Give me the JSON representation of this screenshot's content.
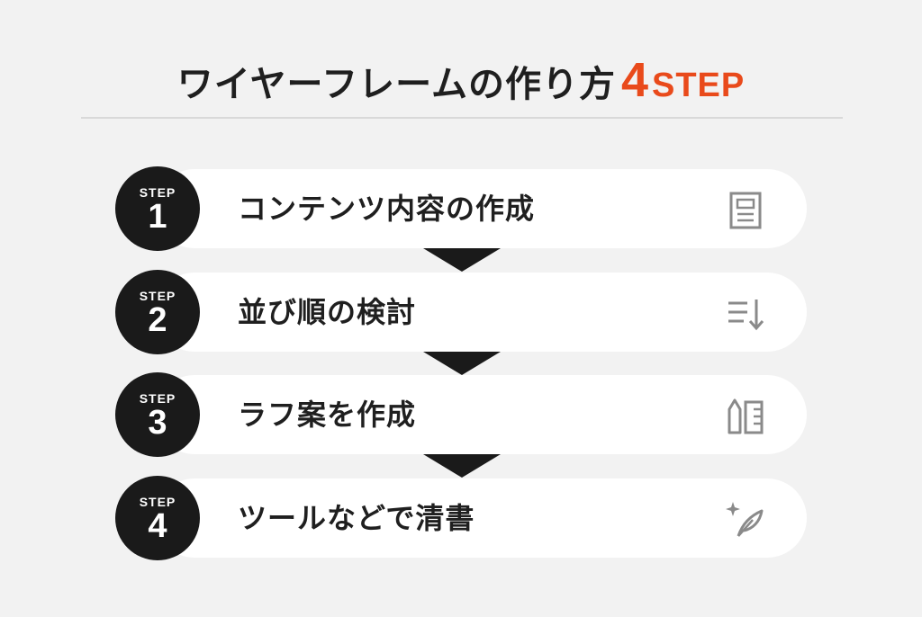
{
  "title": {
    "main": "ワイヤーフレームの作り方",
    "number": "4",
    "step_word": "STEP"
  },
  "step_word": "STEP",
  "steps": [
    {
      "number": "1",
      "label": "コンテンツ内容の作成",
      "icon": "document-icon"
    },
    {
      "number": "2",
      "label": "並び順の検討",
      "icon": "sort-icon"
    },
    {
      "number": "3",
      "label": "ラフ案を作成",
      "icon": "layout-sketch-icon"
    },
    {
      "number": "4",
      "label": "ツールなどで清書",
      "icon": "quill-sparkle-icon"
    }
  ],
  "colors": {
    "background": "#f2f2f2",
    "accent": "#e94a1b",
    "circle": "#1a1a1a",
    "pill": "#ffffff",
    "icon": "#8a8a8a"
  }
}
